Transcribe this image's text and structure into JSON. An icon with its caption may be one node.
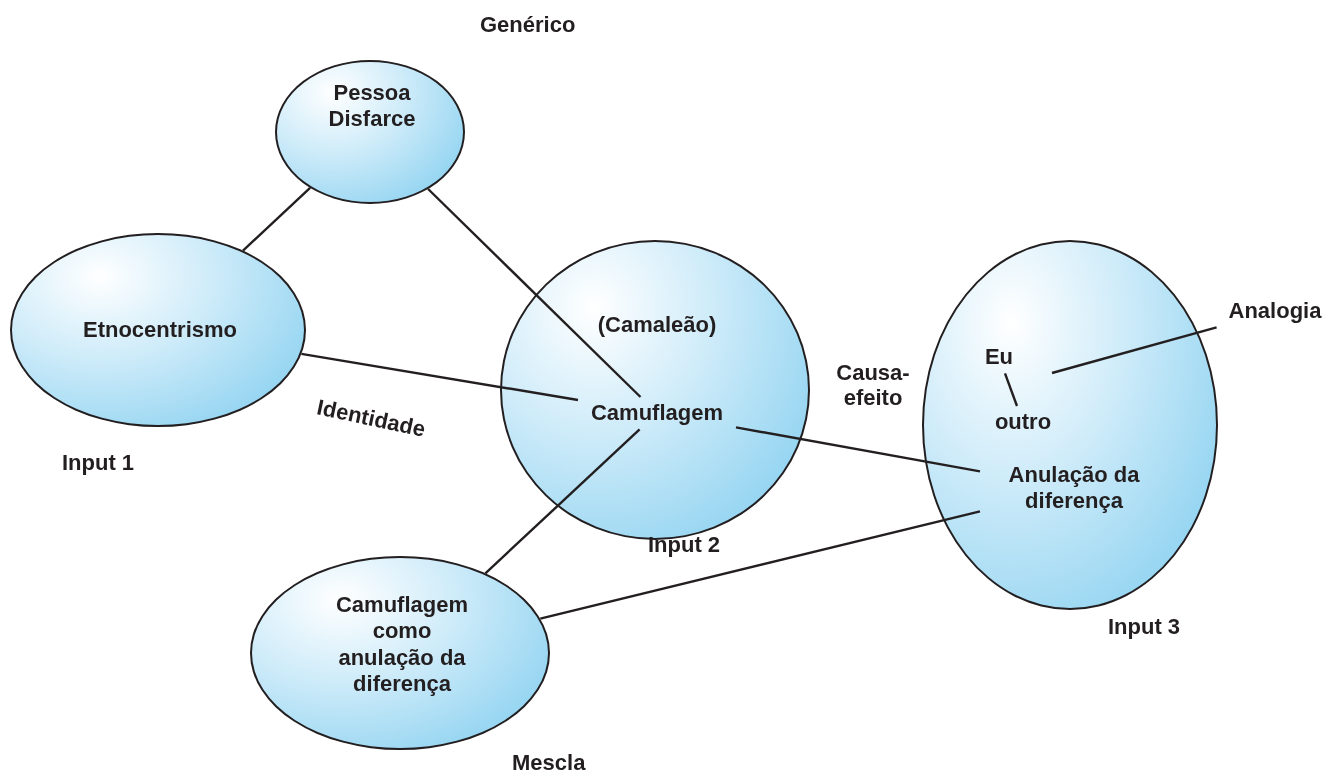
{
  "diagram": {
    "nodes": [
      {
        "text": [
          "Pessoa Disfarce"
        ],
        "beside": [
          "Genérico"
        ]
      },
      {
        "text": [
          "Etnocentrismo"
        ],
        "beside": [
          "Input 1"
        ]
      },
      {
        "text": [
          "(Camaleão)"
        ],
        "beside": [
          "Input 2"
        ]
      },
      {
        "text": [
          "Camuflagem"
        ],
        "in": 2
      },
      {
        "text": [],
        "shape": "circle",
        "beside": [
          "Input 3"
        ]
      },
      {
        "text": [
          "Eu"
        ],
        "in": 4
      },
      {
        "text": [
          "outro"
        ],
        "in": 4
      },
      {
        "text": [
          "Anulação da diferença"
        ],
        "in": 4
      },
      {
        "text": [
          "Analogia"
        ]
      },
      {
        "text": [
          "Camuflagem como anulação da diferença"
        ],
        "beside": [
          "Mescla"
        ]
      }
    ],
    "edges": [
      {
        "from": 0,
        "to": 1,
        "arrow": "none"
      },
      {
        "from": 0,
        "to": 3,
        "arrow": "none"
      },
      {
        "from": 1,
        "to": 3,
        "arrow": "none",
        "label": "Identidade"
      },
      {
        "from": 3,
        "to": 7,
        "arrow": "none",
        "label": "Causa-efeito"
      },
      {
        "from": 3,
        "to": 9,
        "arrow": "none"
      },
      {
        "from": 9,
        "to": 7,
        "arrow": "none"
      },
      {
        "from": 5,
        "to": 6,
        "arrow": "none"
      },
      {
        "from": 8,
        "to": null,
        "arrow": "none"
      }
    ]
  }
}
